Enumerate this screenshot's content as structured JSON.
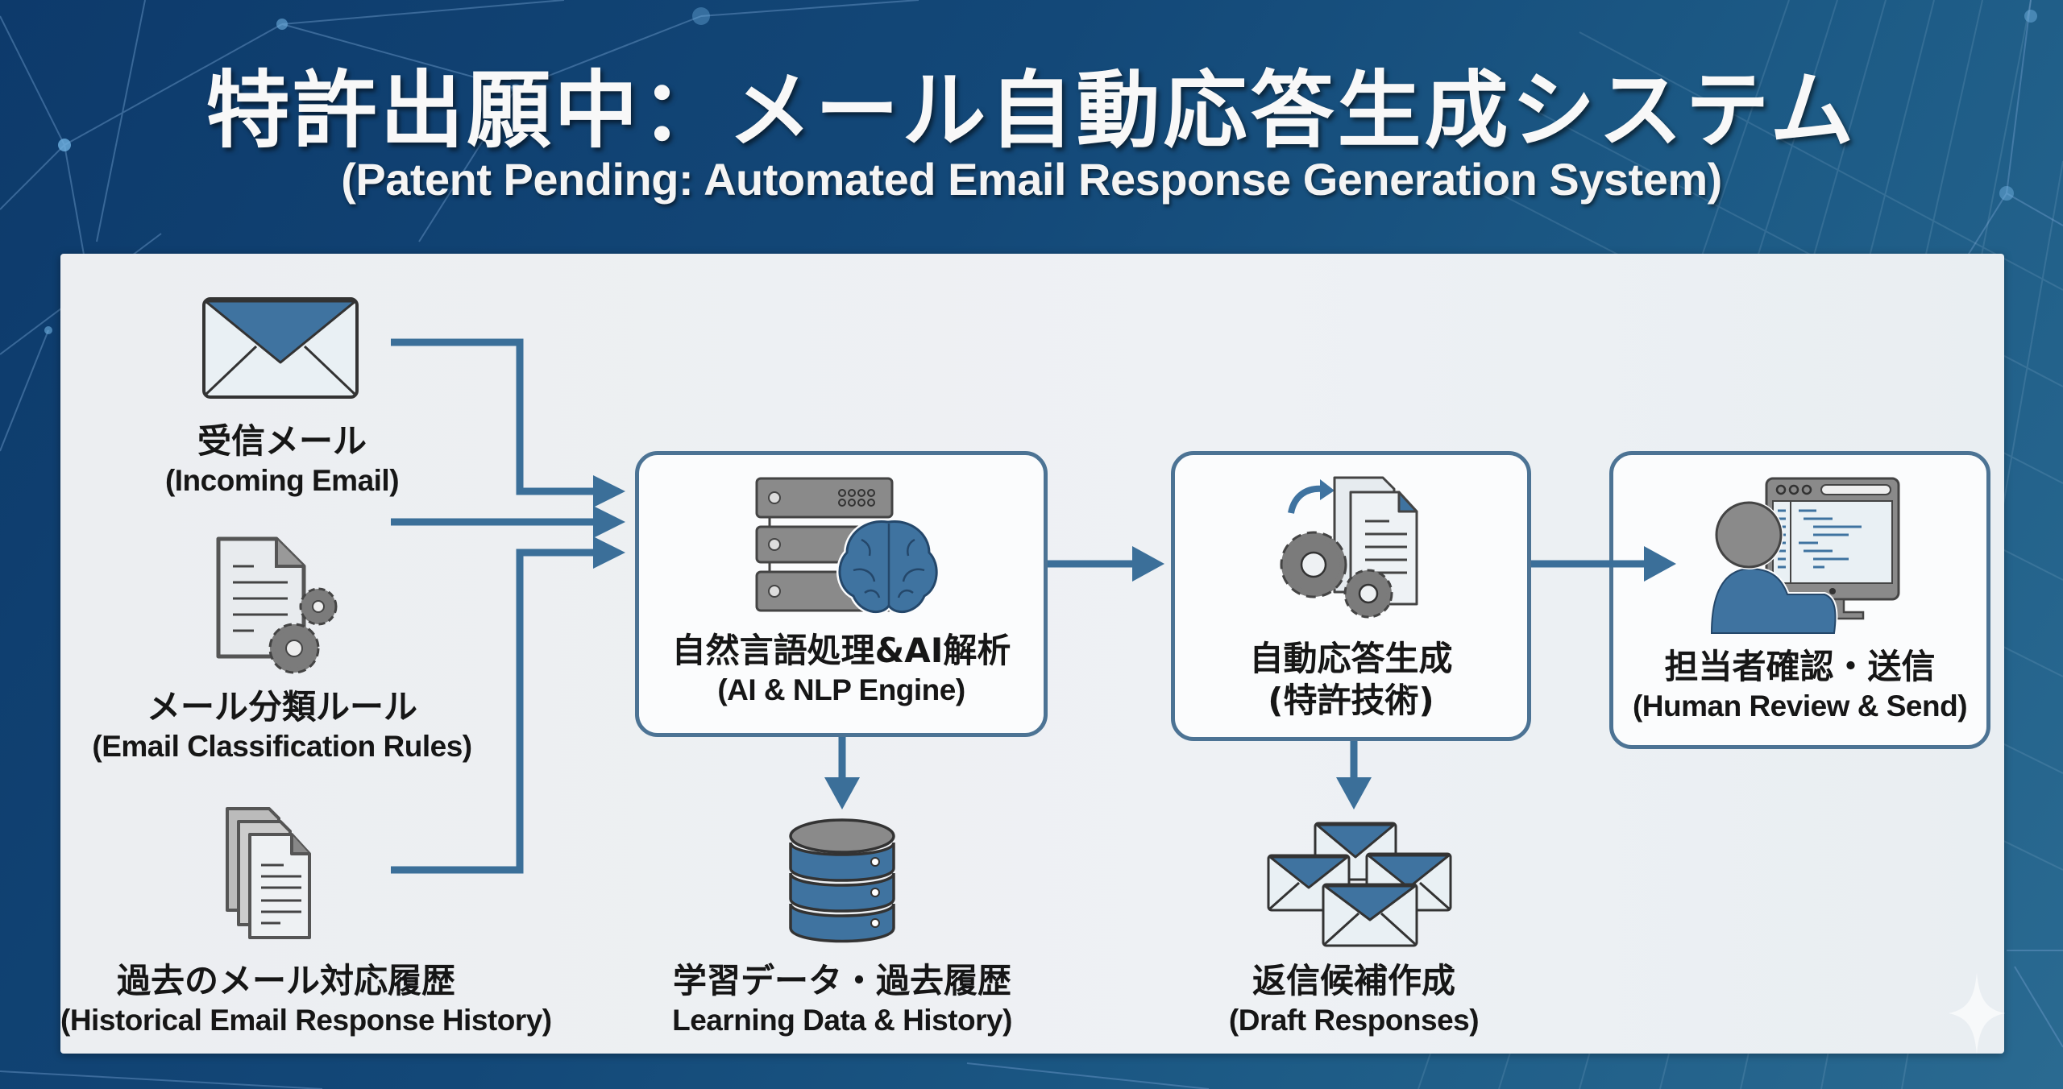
{
  "header": {
    "title_jp": "特許出願中：メール自動応答生成システム",
    "title_en": "(Patent Pending: Automated Email Response Generation System)"
  },
  "colors": {
    "background": "#134878",
    "panel": "#eef1f4",
    "accent": "#3f73a0",
    "connector": "#3b6f99",
    "box_border": "#4c7394",
    "icon_gray": "#7b7b7b",
    "text": "#161616"
  },
  "inputs": [
    {
      "id": "incoming-email",
      "jp": "受信メール",
      "en": "(Incoming Email)",
      "icon": "envelope-icon"
    },
    {
      "id": "classification-rules",
      "jp": "メール分類ルール",
      "en": "(Email Classification Rules)",
      "icon": "document-gears-icon"
    },
    {
      "id": "history",
      "jp": "過去のメール対応履歴",
      "en": "(Historical Email Response History)",
      "icon": "stacked-documents-icon"
    }
  ],
  "process": [
    {
      "id": "ai-engine",
      "jp": "自然言語処理&AI解析",
      "en": "(AI & NLP Engine)",
      "icon": "server-brain-icon"
    },
    {
      "id": "auto-response",
      "jp": "自動応答生成",
      "en": "(特許技術)",
      "icon": "gears-documents-icon"
    },
    {
      "id": "human-review",
      "jp": "担当者確認・送信",
      "en": "(Human Review & Send)",
      "icon": "person-monitor-icon"
    }
  ],
  "outputs": [
    {
      "id": "learning-data",
      "jp": "学習データ・過去履歴",
      "en": "Learning Data & History)",
      "icon": "database-icon"
    },
    {
      "id": "draft-responses",
      "jp": "返信候補作成",
      "en": "(Draft Responses)",
      "icon": "multiple-envelopes-icon"
    }
  ],
  "edges": [
    {
      "from": "incoming-email",
      "to": "ai-engine"
    },
    {
      "from": "classification-rules",
      "to": "ai-engine"
    },
    {
      "from": "history",
      "to": "ai-engine"
    },
    {
      "from": "ai-engine",
      "to": "auto-response"
    },
    {
      "from": "ai-engine",
      "to": "learning-data"
    },
    {
      "from": "auto-response",
      "to": "human-review"
    },
    {
      "from": "auto-response",
      "to": "draft-responses"
    }
  ]
}
